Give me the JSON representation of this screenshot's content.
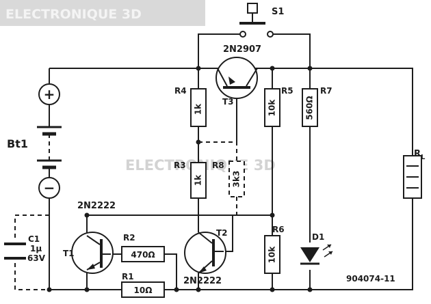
{
  "header_watermark": "ELECTRONIQUE 3D",
  "watermark": "ELECTRONIQUE 3D",
  "diagram_ref": "904074-11",
  "switch": {
    "label": "S1"
  },
  "battery": {
    "label": "Bt1",
    "plus": "+",
    "minus": "−"
  },
  "capacitor": {
    "label": "C1",
    "value": "1µ",
    "voltage": "63V"
  },
  "transistors": {
    "t1": {
      "label": "T1",
      "type": "2N2222"
    },
    "t2": {
      "label": "T2",
      "type": "2N2222"
    },
    "t3": {
      "label": "T3",
      "type": "2N2907"
    }
  },
  "resistors": {
    "r1": {
      "label": "R1",
      "value": "10Ω"
    },
    "r2": {
      "label": "R2",
      "value": "470Ω"
    },
    "r3": {
      "label": "R3",
      "value": "1k"
    },
    "r4": {
      "label": "R4",
      "value": "1k"
    },
    "r5": {
      "label": "R5",
      "value": "10k"
    },
    "r6": {
      "label": "R6",
      "value": "10k"
    },
    "r7": {
      "label": "R7",
      "value": "560Ω"
    },
    "r8": {
      "label": "R8",
      "value": "3k3"
    }
  },
  "diode": {
    "label": "D1"
  },
  "load": {
    "label": "R",
    "subscript": "L"
  }
}
